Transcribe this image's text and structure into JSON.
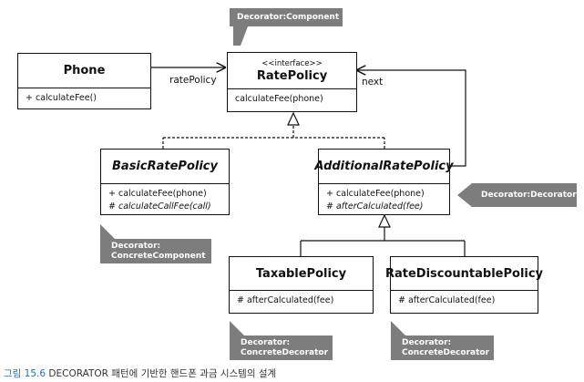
{
  "classes": {
    "phone": {
      "name": "Phone",
      "ops": [
        "+ calculateFee()"
      ]
    },
    "rate_policy": {
      "stereotype": "<<interface>>",
      "name": "RatePolicy",
      "ops": [
        "calculateFee(phone)"
      ]
    },
    "basic": {
      "name": "BasicRatePolicy",
      "ops": [
        "+ calculateFee(phone)",
        "# calculateCallFee(call)"
      ]
    },
    "additional": {
      "name": "AdditionalRatePolicy",
      "ops": [
        "+ calculateFee(phone)",
        "# afterCalculated(fee)"
      ]
    },
    "taxable": {
      "name": "TaxablePolicy",
      "ops": [
        "# afterCalculated(fee)"
      ]
    },
    "discount": {
      "name": "RateDiscountablePolicy",
      "ops": [
        "# afterCalculated(fee)"
      ]
    }
  },
  "labels": {
    "rate_policy": "ratePolicy",
    "next": "next"
  },
  "notes": {
    "component": "Decorator:Component",
    "decorator": "Decorator:Decorator",
    "concrete_component": [
      "Decorator:",
      "ConcreteComponent"
    ],
    "concrete_decorator_1": [
      "Decorator:",
      "ConcreteDecorator"
    ],
    "concrete_decorator_2": [
      "Decorator:",
      "ConcreteDecorator"
    ]
  },
  "caption": {
    "figure": "그림 15.6",
    "text": "DECORATOR 패턴에 기반한 핸드폰 과금 시스템의 설계"
  },
  "colors": {
    "note": "#7d7d7d",
    "line": "#111111",
    "figure_label": "#1e73be"
  }
}
